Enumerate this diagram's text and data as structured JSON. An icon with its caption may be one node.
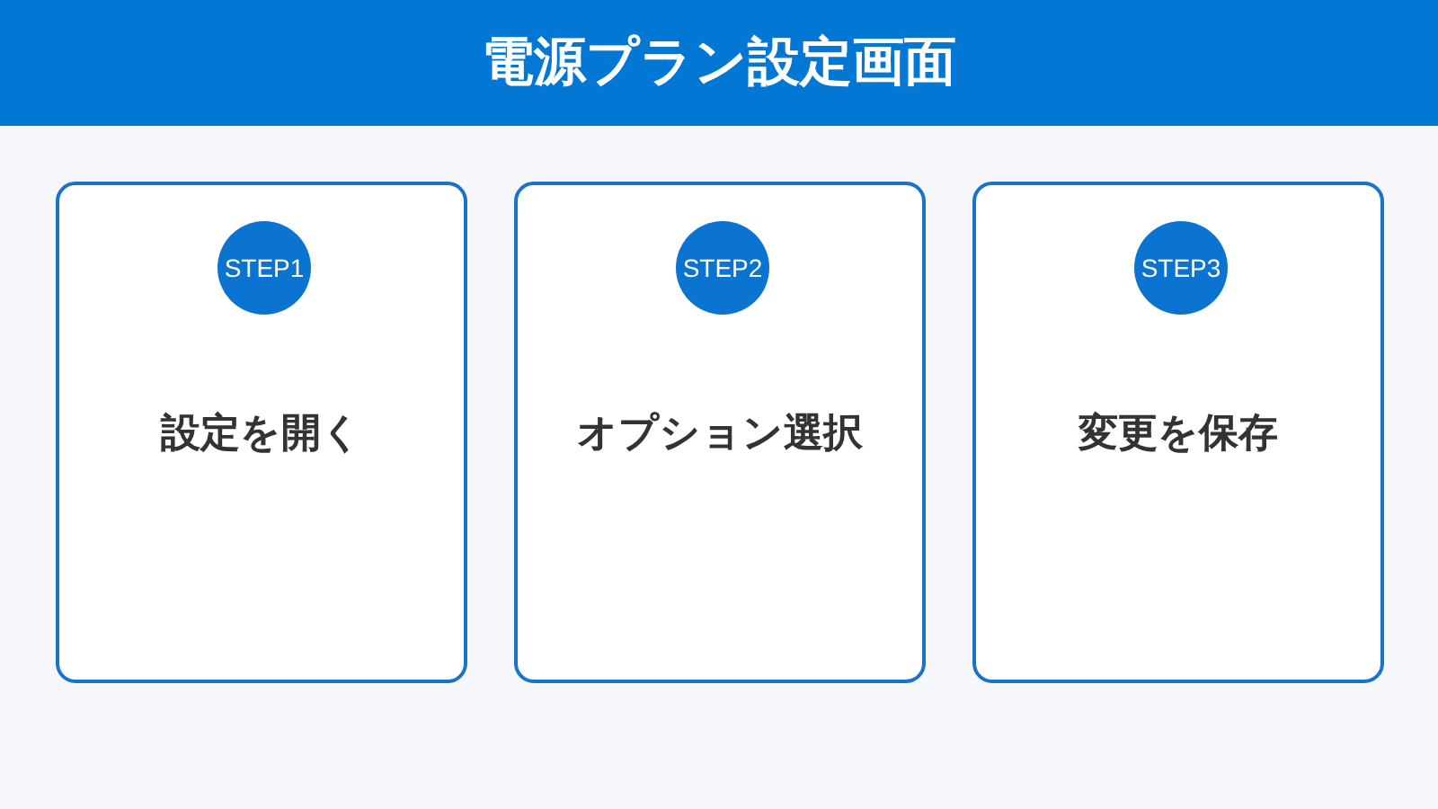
{
  "diagram": {
    "title": "電源プラン設定画面",
    "nodes": [
      {
        "text": [
          "設定を開く"
        ]
      },
      {
        "text": [
          "STEP1"
        ],
        "in": 0
      },
      {
        "text": [
          "オプション選択"
        ]
      },
      {
        "text": [
          "STEP2"
        ],
        "in": 2
      },
      {
        "text": [
          "変更を保存"
        ]
      },
      {
        "text": [
          "STEP3"
        ],
        "in": 4
      }
    ]
  }
}
